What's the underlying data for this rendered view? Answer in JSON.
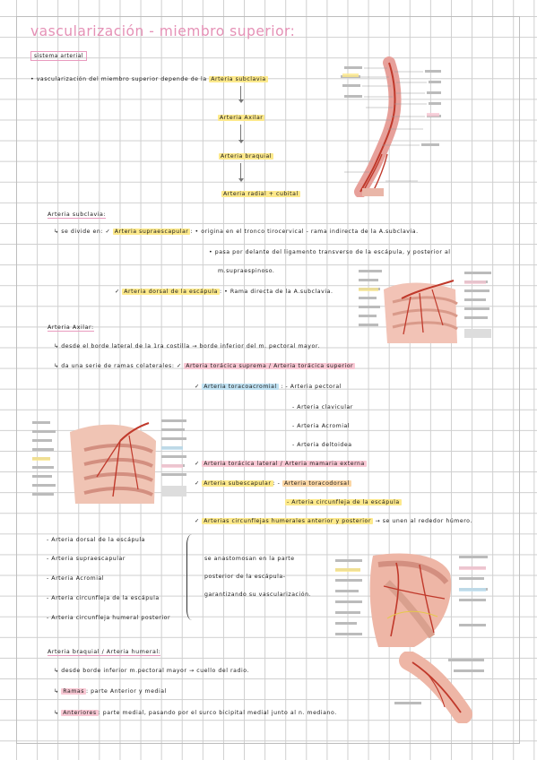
{
  "title": "vascularización - miembro superior:",
  "section_box": "sistema arterial",
  "intro": {
    "text": "• vascularización del miembro superior depende de la ",
    "highlight": "Arteria subclavia"
  },
  "chain": [
    "Arteria Axilar",
    "Arteria braquial",
    "Arteria radial + cubital"
  ],
  "subclavia": {
    "heading": "Arteria subclavia:",
    "line1_prefix": "↳ se divide en: ✓ ",
    "supra": "Arteria supraescapular",
    "line1_rest": ": • origina en el tronco tirocervical - rama indirecta de la A.subclavia.",
    "line2": "• pasa por delante del ligamento transverso de la escápula, y posterior al",
    "line3": "m.supraespinoso.",
    "dorsal_prefix": "✓ ",
    "dorsal": "Arteria dorsal de la escápula",
    "dorsal_rest": ": • Rama directa de la A.subclavia."
  },
  "axilar": {
    "heading": "Arteria Axilar:",
    "line1": "↳ desde el borde lateral de la 1ra costilla → borde inferior del m. pectoral mayor.",
    "line2_prefix": "↳ da una serie de ramas colaterales: ✓ ",
    "toracica_sup": "Arteria torácica suprema / Arteria torácica superior",
    "toracoacromial_prefix": "✓ ",
    "toracoacromial": "Arteria toracoacromial",
    "toracoacromial_branches": [
      "- Arteria pectoral",
      "- Arteria clavicular",
      "- Arteria Acromial",
      "- Arteria deltoidea"
    ],
    "toracica_lat_prefix": "✓ ",
    "toracica_lat": "Arteria torácica lateral / Arteria mamaria externa",
    "subescapular_prefix": "✓ ",
    "subescapular": "Arteria subescapular",
    "subescapular_mid": ": - ",
    "toracodorsal": "Arteria toracodorsal",
    "circunfleja_esc": "- Arteria circunfleja de la escápula",
    "circunflejas_prefix": "✓ ",
    "circunflejas": "Arterias circunflejas humerales anterior y posterior",
    "circunflejas_rest": " → se unen al rededor húmero."
  },
  "anastomosis": {
    "items": [
      "- Arteria dorsal de la escápula",
      "- Arteria supraescapular",
      "- Arteria Acromial",
      "- Arteria circunfleja de la escápula",
      "- Arteria circunfleja humeral posterior"
    ],
    "text": [
      "se anastomosan en la parte",
      "posterior de la escápula-",
      "garantizando su vascularización."
    ]
  },
  "braquial": {
    "heading": "Arteria braquial / Arteria humeral:",
    "line1": "↳ desde borde inferior m.pectoral mayor → cuello del radio.",
    "line2_prefix": "↳ ",
    "ramas": "Ramas",
    "line2_rest": ": parte Anterior y medial",
    "line3_prefix": "↳ ",
    "anteriores": "Anteriores",
    "line3_rest": ": parte medial, pasando por el surco bicipital medial junto al n. mediano."
  },
  "colors": {
    "title_pink": "#e591b6",
    "highlight_yellow": "#fde98b",
    "highlight_blue": "#bfe1f2",
    "highlight_pink": "#f9c8d4",
    "highlight_orange": "#fbd6a4"
  }
}
